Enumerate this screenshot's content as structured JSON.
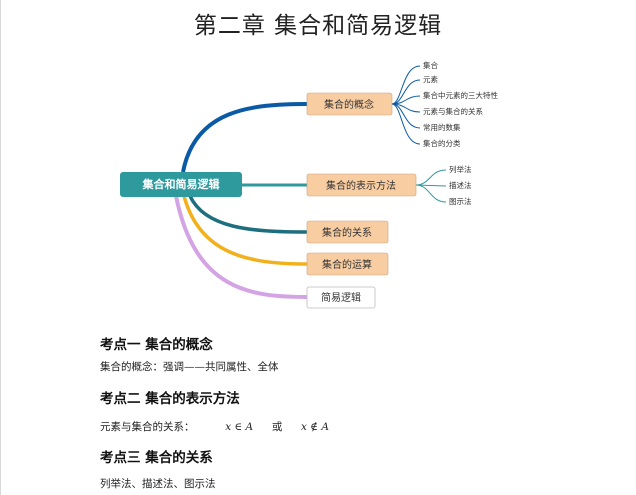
{
  "title": "第二章  集合和简易逻辑",
  "mindmap": {
    "root": "集合和简易逻辑",
    "branches": [
      {
        "label": "集合的概念",
        "color": "#0b5aa6",
        "fill": "#f9cda2",
        "children": [
          "集合",
          "元素",
          "集合中元素的三大特性",
          "元素与集合的关系",
          "常用的数集",
          "集合的分类"
        ]
      },
      {
        "label": "集合的表示方法",
        "color": "#2f9a9e",
        "fill": "#f9cda2",
        "children": [
          "列举法",
          "描述法",
          "图示法"
        ]
      },
      {
        "label": "集合的关系",
        "color": "#1d6e7e",
        "fill": "#f9cda2",
        "children": []
      },
      {
        "label": "集合的运算",
        "color": "#f2b11c",
        "fill": "#f9cda2",
        "children": []
      },
      {
        "label": "简易逻辑",
        "color": "#d3a3e4",
        "fill": "#ffffff",
        "children": []
      }
    ],
    "root_fill": "#2f9a9e"
  },
  "sections": [
    {
      "heading": "考点一  集合的概念",
      "body": "集合的概念：强调——共同属性、全体"
    },
    {
      "heading": "考点二  集合的表示方法",
      "body": "元素与集合的关系：",
      "math": [
        "x ∈ A",
        "或",
        "x ∉ A"
      ]
    },
    {
      "heading": "考点三  集合的关系",
      "body": "列举法、描述法、图示法"
    }
  ]
}
